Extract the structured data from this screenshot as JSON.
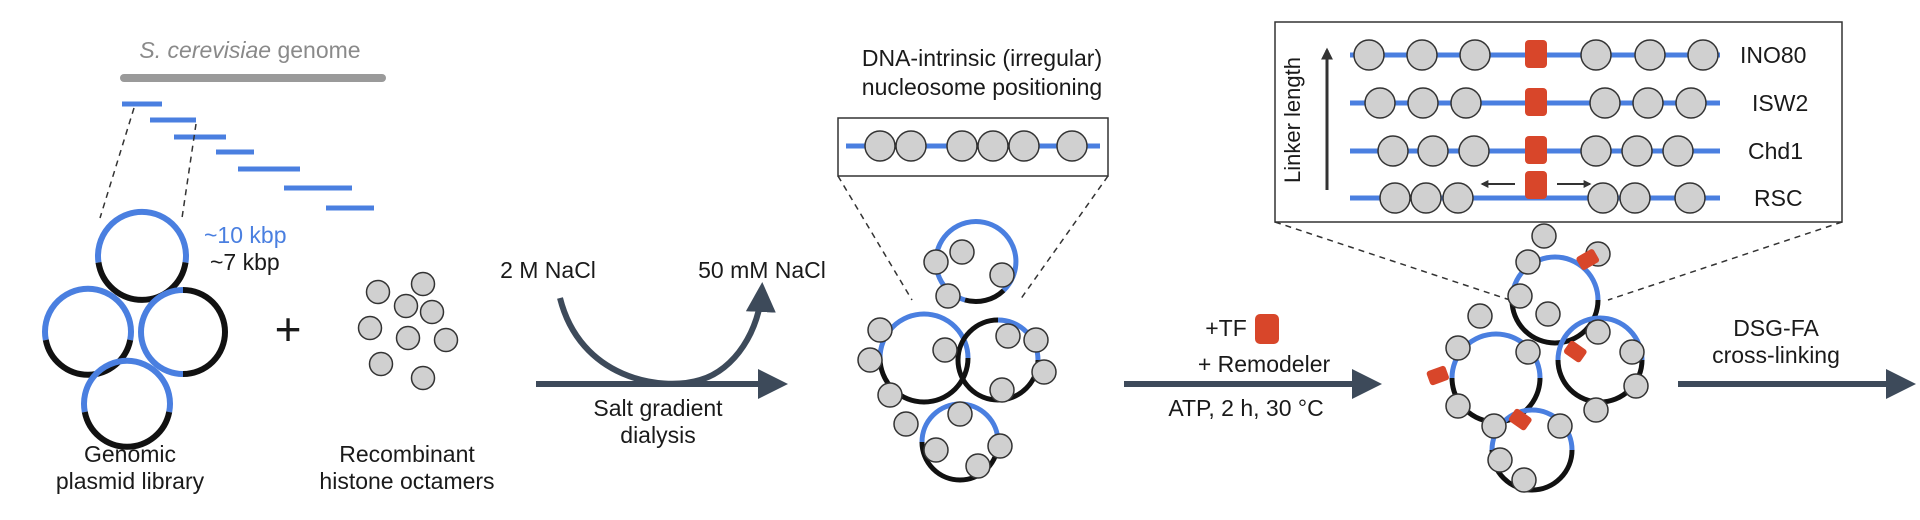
{
  "colors": {
    "dna_blue": "#4a7fe0",
    "dna_black": "#111111",
    "nucleosome_fill": "#d0d0d0",
    "nucleosome_stroke": "#333333",
    "tf_red": "#d8462a",
    "remodeler_orange": "#d59a2b",
    "arrow": "#3d4a5a",
    "genome_bar": "#9a9a9a"
  },
  "genome": {
    "species": "S. cerevisiae",
    "word": "genome"
  },
  "plasmid": {
    "blue_size": "~10 kbp",
    "black_size": "~7 kbp"
  },
  "labels": {
    "library_line1": "Genomic",
    "library_line2": "plasmid library",
    "plus": "+",
    "octamer_line1": "Recombinant",
    "octamer_line2": "histone octamers",
    "salt_start": "2 M NaCl",
    "salt_end": "50 mM NaCl",
    "dialysis_line1": "Salt gradient",
    "dialysis_line2": "dialysis",
    "positioning_line1": "DNA-intrinsic (irregular)",
    "positioning_line2": "nucleosome positioning",
    "tf": "+TF",
    "remodeler": "+ Remodeler",
    "conditions": "ATP, 2 h, 30 °C",
    "crosslink_line1": "DSG-FA",
    "crosslink_line2": "cross-linking",
    "linker_length": "Linker length"
  },
  "remodelers": [
    {
      "name": "INO80"
    },
    {
      "name": "ISW2"
    },
    {
      "name": "Chd1"
    },
    {
      "name": "RSC"
    }
  ],
  "icons": [
    "tf-square-icon",
    "remodeler-crescent-icon",
    "nucleosome-icon",
    "plasmid-ring-icon",
    "process-arrow-icon"
  ]
}
